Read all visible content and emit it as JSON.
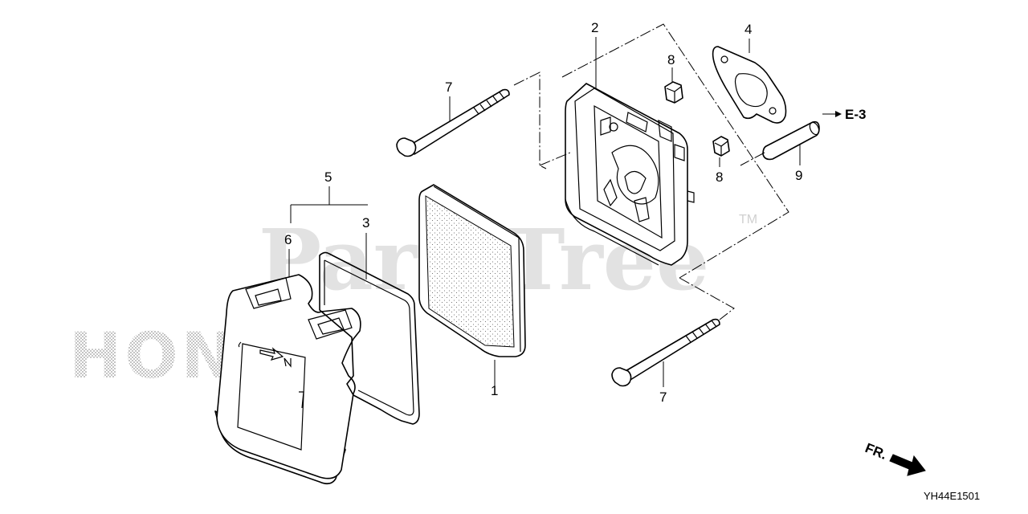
{
  "callouts": {
    "c1": "1",
    "c2": "2",
    "c3": "3",
    "c4": "4",
    "c5": "5",
    "c6": "6",
    "c7a": "7",
    "c7b": "7",
    "c8a": "8",
    "c8b": "8",
    "c9": "9"
  },
  "reference": "E-3",
  "direction_label": "FR.",
  "diagram_code": "YH44E1501",
  "watermarks": {
    "site": "PartsTree",
    "trademark": "TM",
    "brand": "HONDA"
  },
  "colors": {
    "line": "#000000",
    "watermark_site": "#e2e2e2",
    "watermark_brand": "#bdbdbd"
  }
}
